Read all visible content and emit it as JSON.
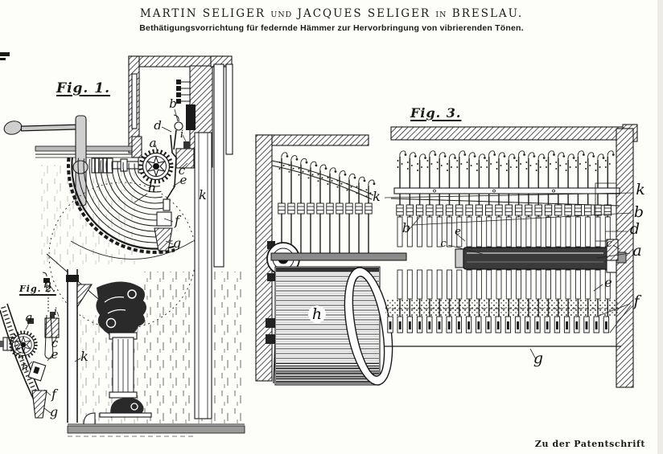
{
  "header": {
    "author_line": {
      "name1": "MARTIN SELIGER",
      "conj": "UND",
      "name2": "JACQUES SELIGER",
      "prep": "IN",
      "city": "BRESLAU."
    },
    "subtitle": "Bethätigungsvorrichtung für federnde Hämmer zur Hervorbringung von vibrierenden Tönen."
  },
  "figures": {
    "fig1": {
      "caption": "Fig. 1.",
      "parts": {
        "a": "a",
        "b": "b",
        "c": "c",
        "d": "d",
        "e": "e",
        "f": "f",
        "g": "g",
        "h": "h",
        "i": "i",
        "k": "k"
      }
    },
    "fig2": {
      "caption": "Fig. 2.",
      "parts": {
        "a": "a",
        "b": "b",
        "c": "c",
        "e": "e",
        "f": "f",
        "g": "g",
        "h": "h",
        "i": "i",
        "k": "k"
      }
    },
    "fig3": {
      "caption": "Fig. 3.",
      "parts_mid": {
        "k": "k",
        "b": "b",
        "e": "e",
        "c": "c",
        "h": "h",
        "g": "g"
      },
      "parts_right": {
        "k": "k",
        "b": "b",
        "d": "d",
        "c": "c",
        "a": "a",
        "e": "e",
        "f": "f"
      }
    }
  },
  "footer": {
    "note": "Zu der Patentschrift"
  }
}
